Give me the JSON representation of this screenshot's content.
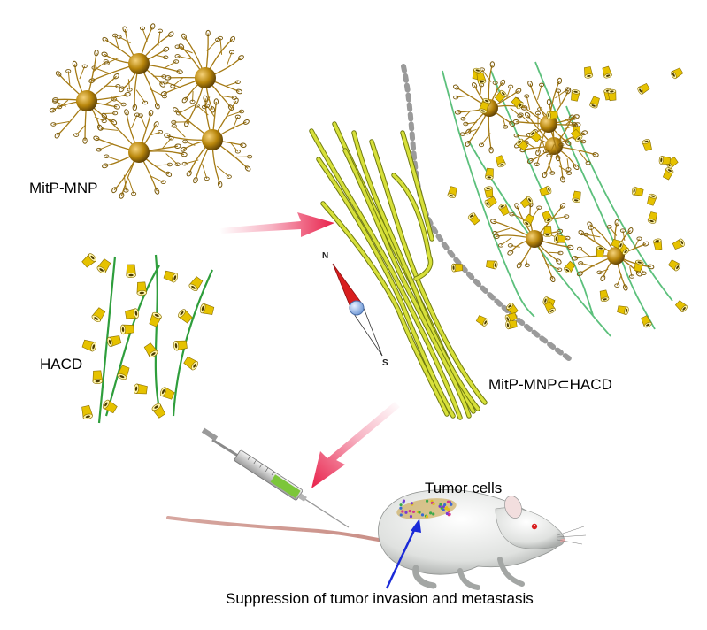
{
  "labels": {
    "mitp_mnp": "MitP-MNP",
    "hacd": "HACD",
    "complex": "MitP-MNP⊂HACD",
    "tumor_cells": "Tumor cells",
    "suppression": "Suppression of tumor invasion and metastasis"
  },
  "compass": {
    "north": "N",
    "south": "S"
  },
  "colors": {
    "nanoparticle": "#b8860b",
    "cyclodextrin": "#e6c200",
    "polymer_strand": "#2e9e3c",
    "fiber": "#c8d42a",
    "arrow": "#e8204a",
    "compass_north": "#d81e1e",
    "magnet_pointer": "#8fb4e6",
    "dotted_boundary": "#9a9a9a",
    "mouse_body": "#e6e8e6",
    "syringe_liquid": "#7cc63a",
    "pointer_arrow": "#1a2ad8"
  }
}
